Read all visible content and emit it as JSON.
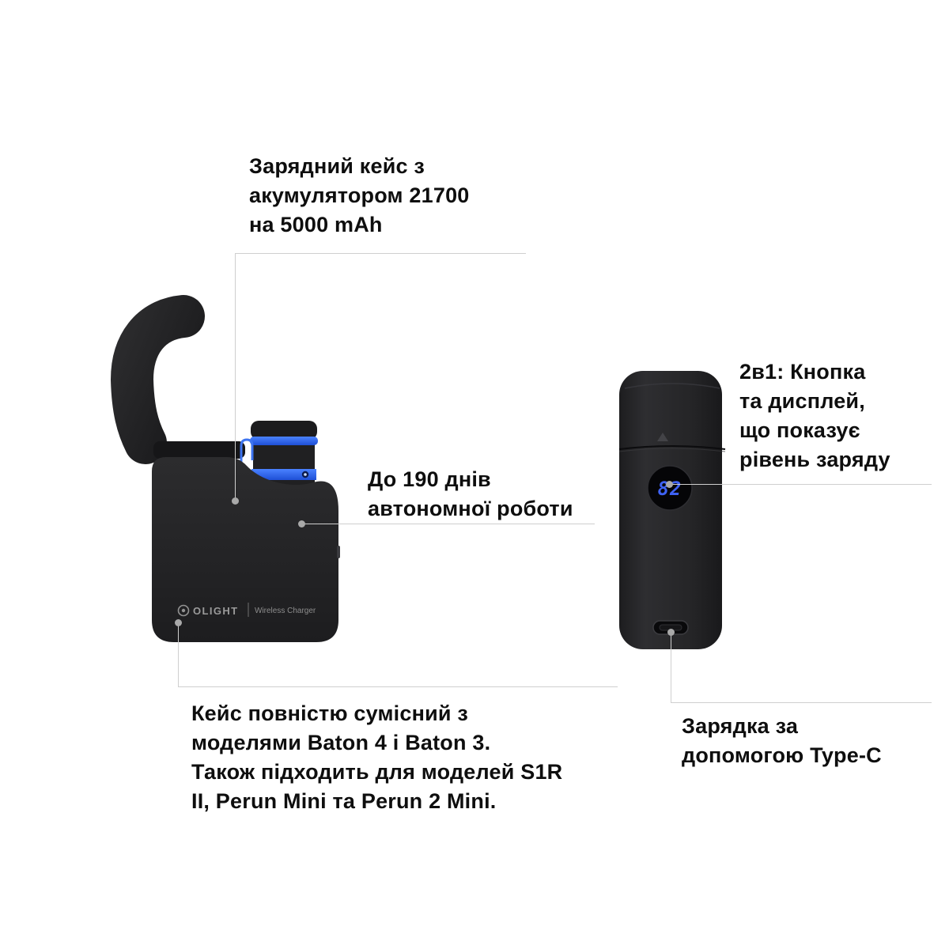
{
  "annotations": {
    "battery_case": "Зарядний кейс з\nакумулятором 21700\nна 5000 mAh",
    "autonomy": "До 190 днів\nавтономної роботи",
    "button_display": "2в1: Кнопка\nта дисплей,\nщо показує\nрівень заряду",
    "compatibility": "Кейс повністю сумісний з\nмоделями Baton 4 і Baton 3.\nТакож підходить для моделей S1R\nII, Perun Mini та Perun 2 Mini.",
    "type_c": "Зарядка за\nдопомогою Type-C"
  },
  "case_open": {
    "brand": "OLIGHT",
    "brand_sub": "Wireless Charger"
  },
  "case_closed": {
    "battery_level": "82"
  },
  "colors": {
    "background": "#ffffff",
    "text": "#0e0e0e",
    "callout_line": "#cfcfcf",
    "callout_dot": "#a9a9a9",
    "case_body": "#232325",
    "accent_blue": "#2f66f0",
    "display_digits": "#3e62f4"
  }
}
